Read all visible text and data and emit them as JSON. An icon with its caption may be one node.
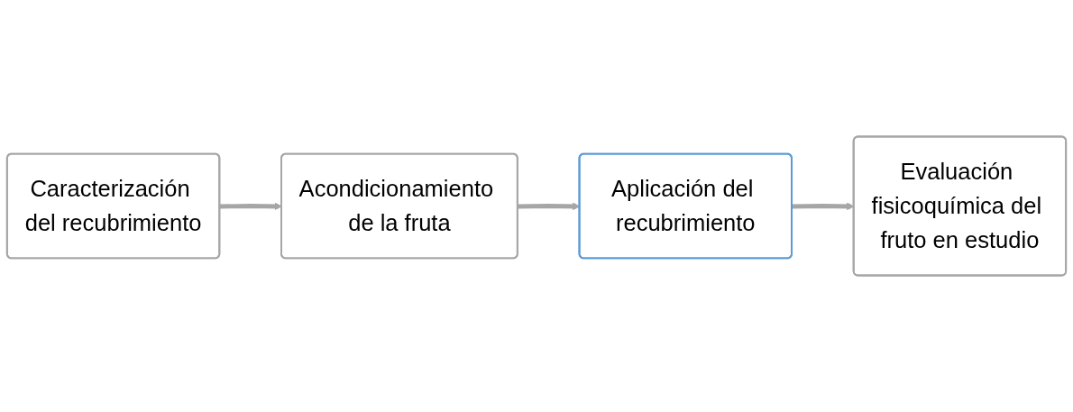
{
  "diagram": {
    "nodes": [
      {
        "text": [
          "Caracterización del recubrimiento"
        ]
      },
      {
        "text": [
          "Acondicionamiento de la fruta"
        ]
      },
      {
        "text": [
          "Aplicación del recubrimiento"
        ]
      },
      {
        "text": [
          "Evaluación fisicoquímica del fruto en estudio"
        ]
      }
    ],
    "edges": [
      {
        "from": 0,
        "to": 1,
        "arrow": "to"
      },
      {
        "from": 1,
        "to": 2,
        "arrow": "to"
      },
      {
        "from": 2,
        "to": 3,
        "arrow": "to"
      }
    ]
  }
}
